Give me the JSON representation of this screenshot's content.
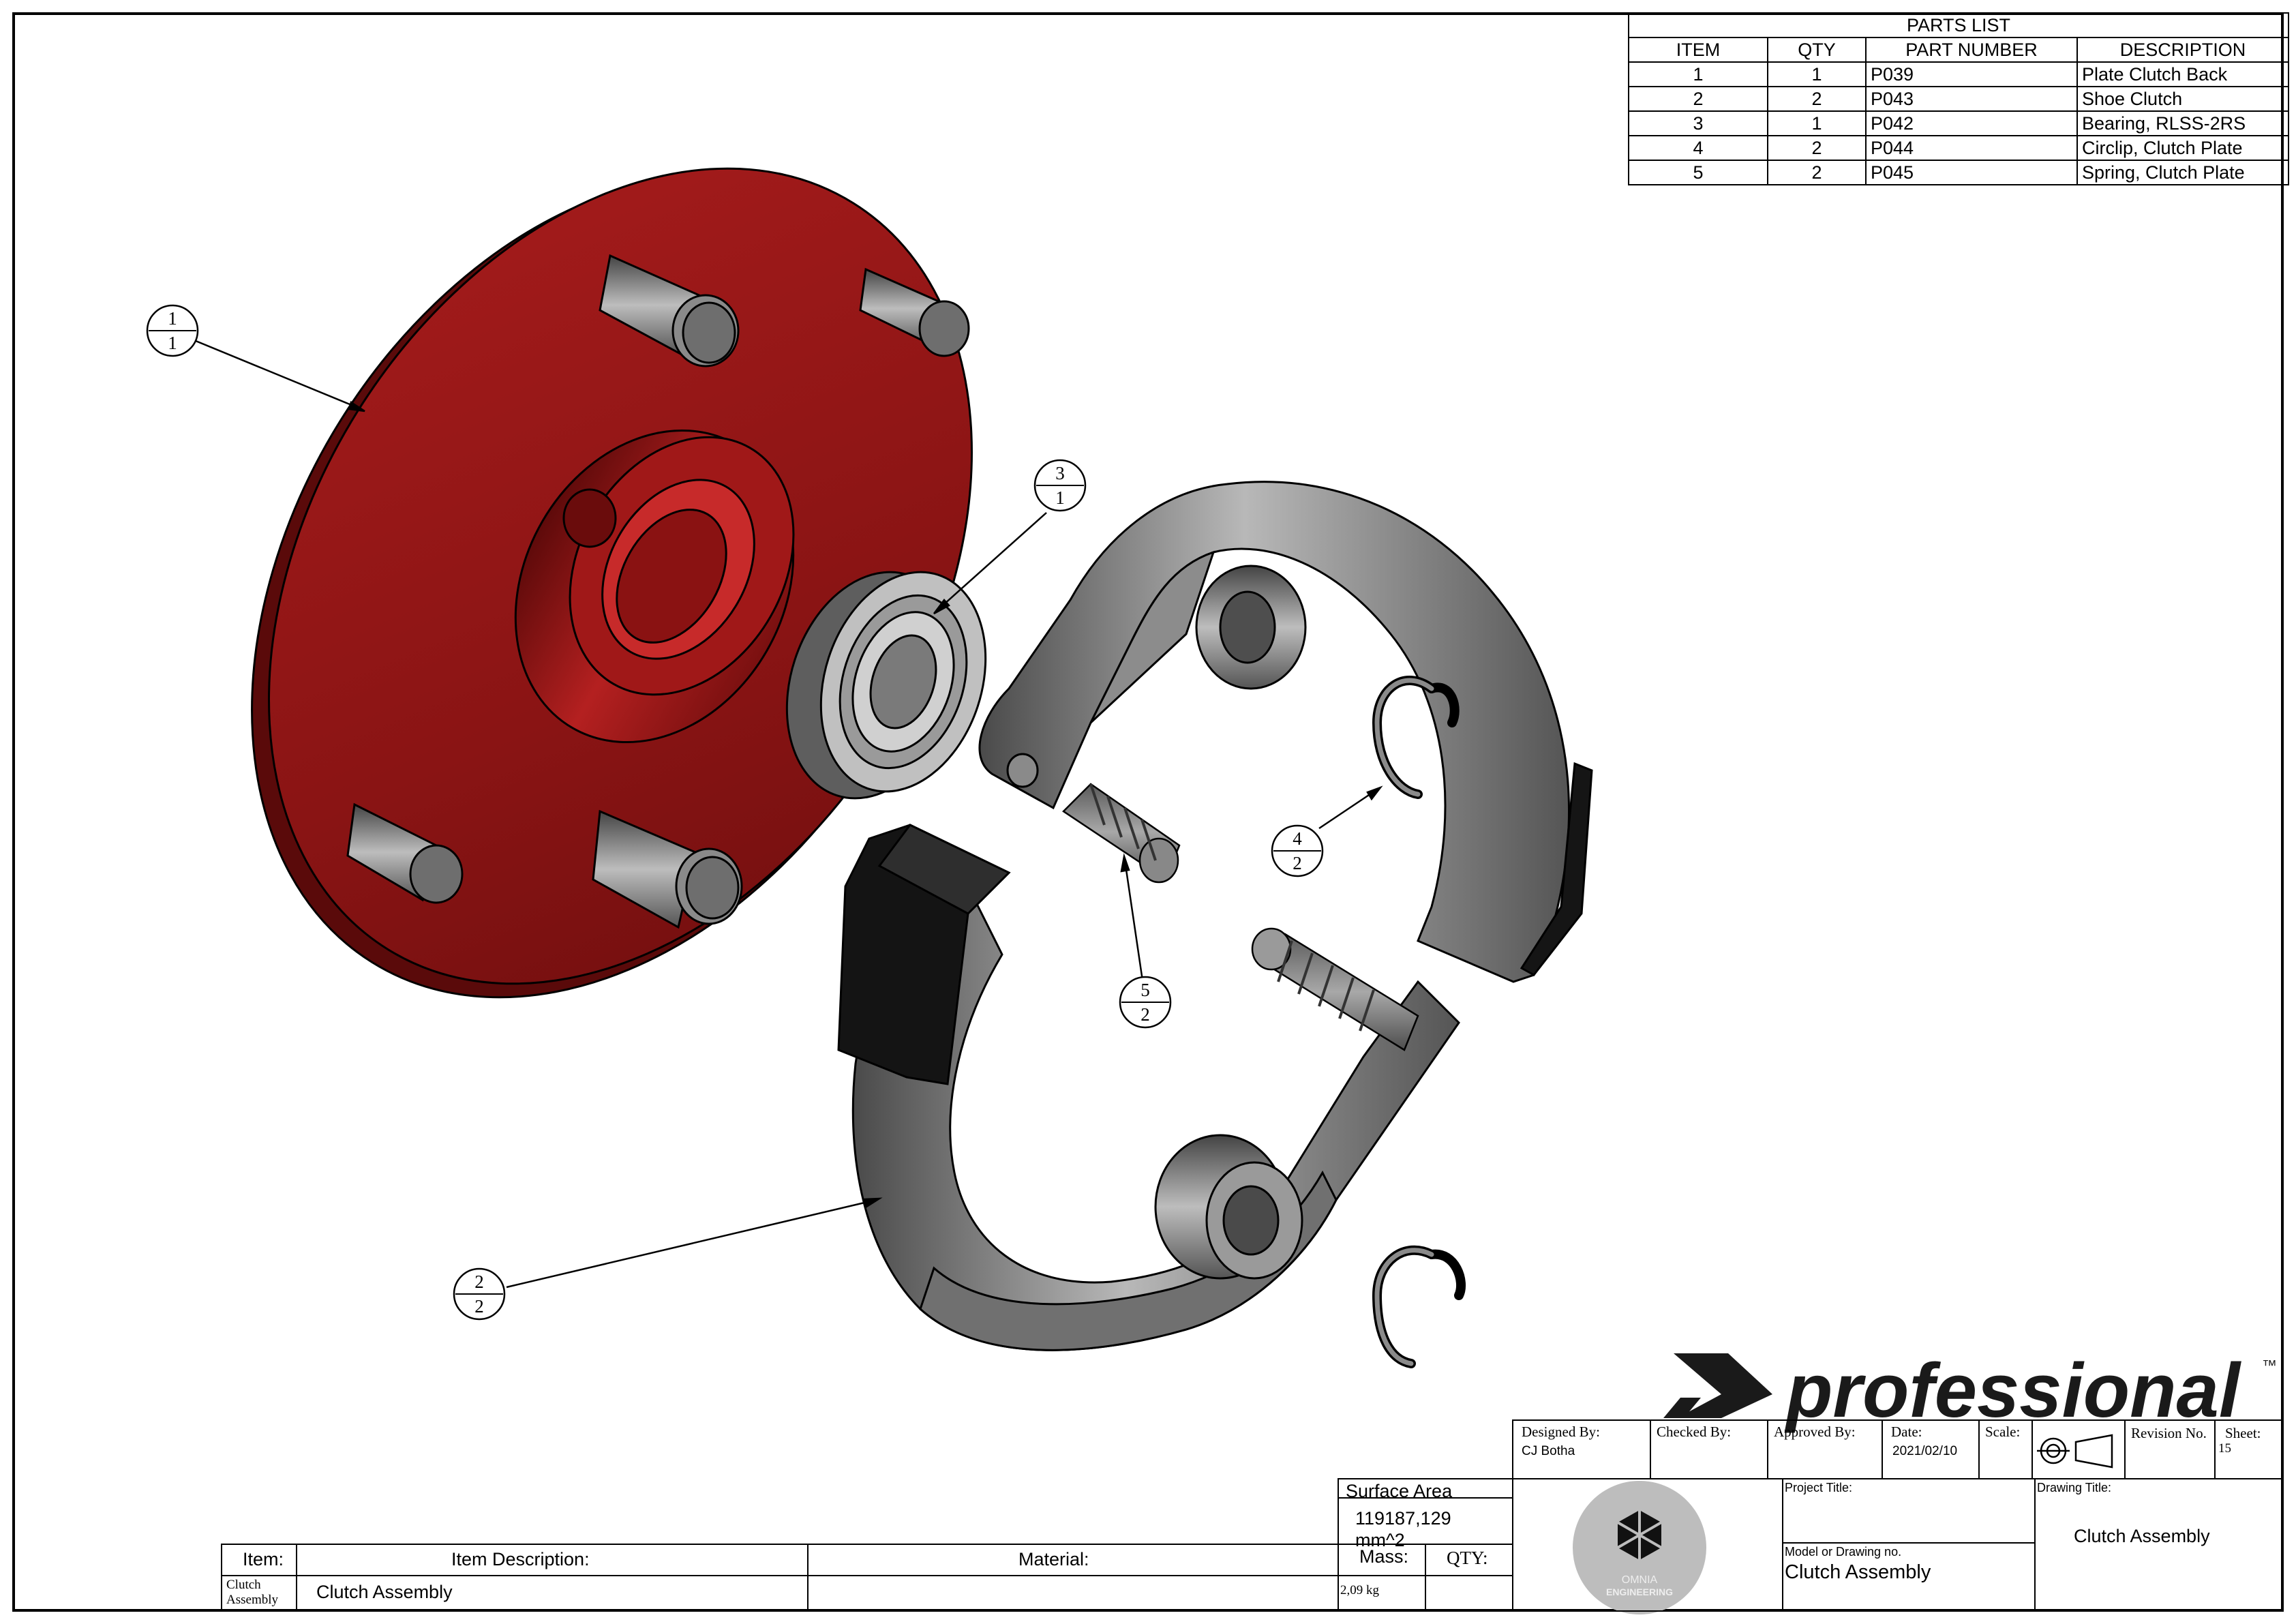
{
  "parts_list": {
    "title": "PARTS LIST",
    "headers": [
      "ITEM",
      "QTY",
      "PART NUMBER",
      "DESCRIPTION"
    ],
    "rows": [
      [
        "1",
        "1",
        "P039",
        "Plate Clutch Back"
      ],
      [
        "2",
        "2",
        "P043",
        "Shoe Clutch"
      ],
      [
        "3",
        "1",
        "P042",
        "Bearing, RLSS-2RS"
      ],
      [
        "4",
        "2",
        "P044",
        "Circlip, Clutch Plate"
      ],
      [
        "5",
        "2",
        "P045",
        "Spring, Clutch Plate"
      ]
    ]
  },
  "balloons": [
    {
      "item": "1",
      "qty": "1"
    },
    {
      "item": "3",
      "qty": "1"
    },
    {
      "item": "4",
      "qty": "2"
    },
    {
      "item": "5",
      "qty": "2"
    },
    {
      "item": "2",
      "qty": "2"
    }
  ],
  "brand": {
    "text": "professional",
    "tm": "™",
    "logo_text_1": "OMNIA",
    "logo_text_2": "ENGINEERING"
  },
  "title_block": {
    "designed_by_label": "Designed By:",
    "designed_by": "CJ Botha",
    "checked_by_label": "Checked By:",
    "approved_by_label": "Approved By:",
    "date_label": "Date:",
    "date": "2021/02/10",
    "scale_label": "Scale:",
    "revision_label": "Revision No.",
    "sheet_label": "Sheet:",
    "sheet": "15",
    "project_title_label": "Project Title:",
    "drawing_title_label": "Drawing Title:",
    "drawing_title": "Clutch Assembly",
    "model_label": "Model or Drawing no.",
    "model": "Clutch Assembly",
    "surface_area_label": "Surface Area",
    "surface_area_1": "119187,129",
    "surface_area_2": "mm^2",
    "mass_label": "Mass:",
    "mass": "2,09 kg",
    "qty_label": "QTY:"
  },
  "item_table": {
    "item_label": "Item:",
    "desc_label": "Item Description:",
    "material_label": "Material:",
    "item_1": "Clutch",
    "item_2": "Assembly",
    "description": "Clutch Assembly"
  },
  "colors": {
    "plate": "#8e1818",
    "steel": "#6e6e6e",
    "pad": "#1a1a1a"
  }
}
